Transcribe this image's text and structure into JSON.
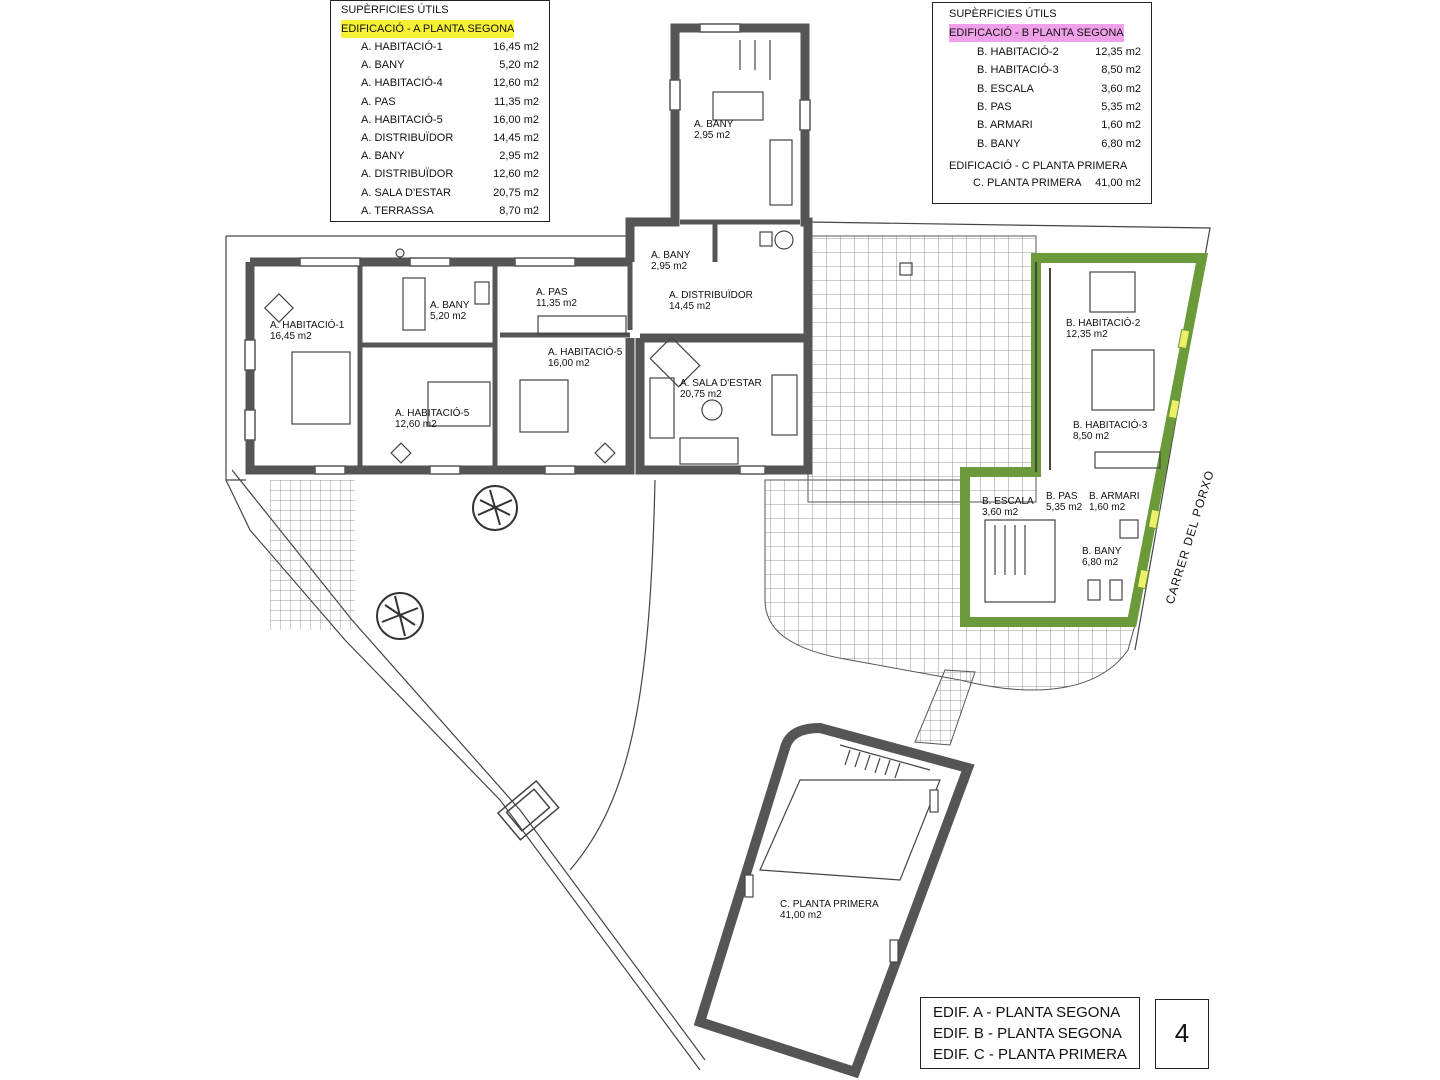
{
  "table_a": {
    "title": "SUPÈRFICIES ÚTILS",
    "subtitle": "EDIFICACIÓ - A   PLANTA SEGONA",
    "rows": [
      {
        "name": "A. HABITACIÓ-1",
        "area": "16,45 m2"
      },
      {
        "name": "A. BANY",
        "area": "5,20 m2"
      },
      {
        "name": "A. HABITACIÓ-4",
        "area": "12,60 m2"
      },
      {
        "name": "A. PAS",
        "area": "11,35 m2"
      },
      {
        "name": "A. HABITACIÓ-5",
        "area": "16,00 m2"
      },
      {
        "name": "A. DISTRIBUÏDOR",
        "area": "14,45 m2"
      },
      {
        "name": "A. BANY",
        "area": "2,95 m2"
      },
      {
        "name": "A. DISTRIBUÏDOR",
        "area": "12,60 m2"
      },
      {
        "name": "A. SALA D'ESTAR",
        "area": "20,75 m2"
      },
      {
        "name": "A. TERRASSA",
        "area": "8,70 m2"
      }
    ]
  },
  "table_b": {
    "title": "SUPÈRFICIES ÚTILS",
    "subtitle": "EDIFICACIÓ - B   PLANTA SEGONA",
    "rows": [
      {
        "name": "B. HABITACIÓ-2",
        "area": "12,35 m2"
      },
      {
        "name": "B. HABITACIÓ-3",
        "area": "8,50 m2"
      },
      {
        "name": "B. ESCALA",
        "area": "3,60 m2"
      },
      {
        "name": "B. PAS",
        "area": "5,35 m2"
      },
      {
        "name": "B. ARMARI",
        "area": "1,60 m2"
      },
      {
        "name": "B. BANY",
        "area": "6,80 m2"
      }
    ],
    "subtitle_c": "EDIFICACIÓ - C   PLANTA PRIMERA",
    "row_c": {
      "name": "C. PLANTA PRIMERA",
      "area": "41,00 m2"
    }
  },
  "rooms": {
    "a_bany_top": {
      "name": "A. BANY",
      "area": "2,95 m2"
    },
    "a_bany_small": {
      "name": "A. BANY",
      "area": "2,95 m2"
    },
    "a_distribuidor": {
      "name": "A. DISTRIBUÏDOR",
      "area": "14,45 m2"
    },
    "a_pas": {
      "name": "A. PAS",
      "area": "11,35 m2"
    },
    "a_bany": {
      "name": "A. BANY",
      "area": "5,20 m2"
    },
    "a_habitacio1": {
      "name": "A. HABITACIÓ-1",
      "area": "16,45 m2"
    },
    "a_habitacio5_right": {
      "name": "A. HABITACIÓ-5",
      "area": "16,00 m2"
    },
    "a_habitacio5_left": {
      "name": "A. HABITACIÓ-5",
      "area": "12,60 m2"
    },
    "a_sala": {
      "name": "A. SALA D'ESTAR",
      "area": "20,75 m2"
    },
    "b_habitacio2": {
      "name": "B. HABITACIÓ-2",
      "area": "12,35 m2"
    },
    "b_habitacio3": {
      "name": "B. HABITACIÓ-3",
      "area": "8,50 m2"
    },
    "b_escala": {
      "name": "B. ESCALA",
      "area": "3,60 m2"
    },
    "b_pas": {
      "name": "B. PAS",
      "area": "5,35 m2"
    },
    "b_armari": {
      "name": "B. ARMARI",
      "area": "1,60 m2"
    },
    "b_bany": {
      "name": "B. BANY",
      "area": "6,80 m2"
    },
    "c_planta": {
      "name": "C. PLANTA PRIMERA",
      "area": "41,00 m2"
    }
  },
  "street": "CARRER DEL PORXO",
  "legend": [
    "EDIF. A - PLANTA SEGONA",
    "EDIF. B - PLANTA SEGONA",
    "EDIF. C - PLANTA PRIMERA"
  ],
  "page_number": "4",
  "colors": {
    "wall": "#555555",
    "building_b_outline": "#6b9a3a",
    "highlight_a": "#f6f135",
    "highlight_b": "#f0a0e8",
    "window_yellow": "#eef06a"
  }
}
